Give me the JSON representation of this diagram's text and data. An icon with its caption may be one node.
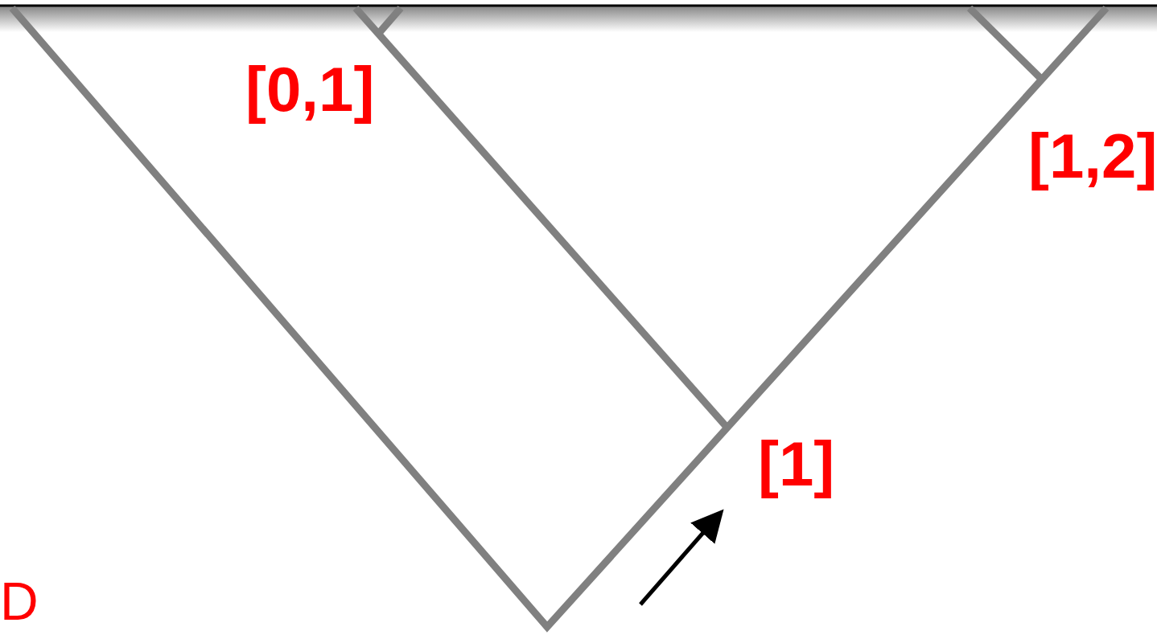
{
  "diagram": {
    "labels": [
      "[0,1]",
      "[1,2]",
      "[1]",
      "D"
    ]
  }
}
